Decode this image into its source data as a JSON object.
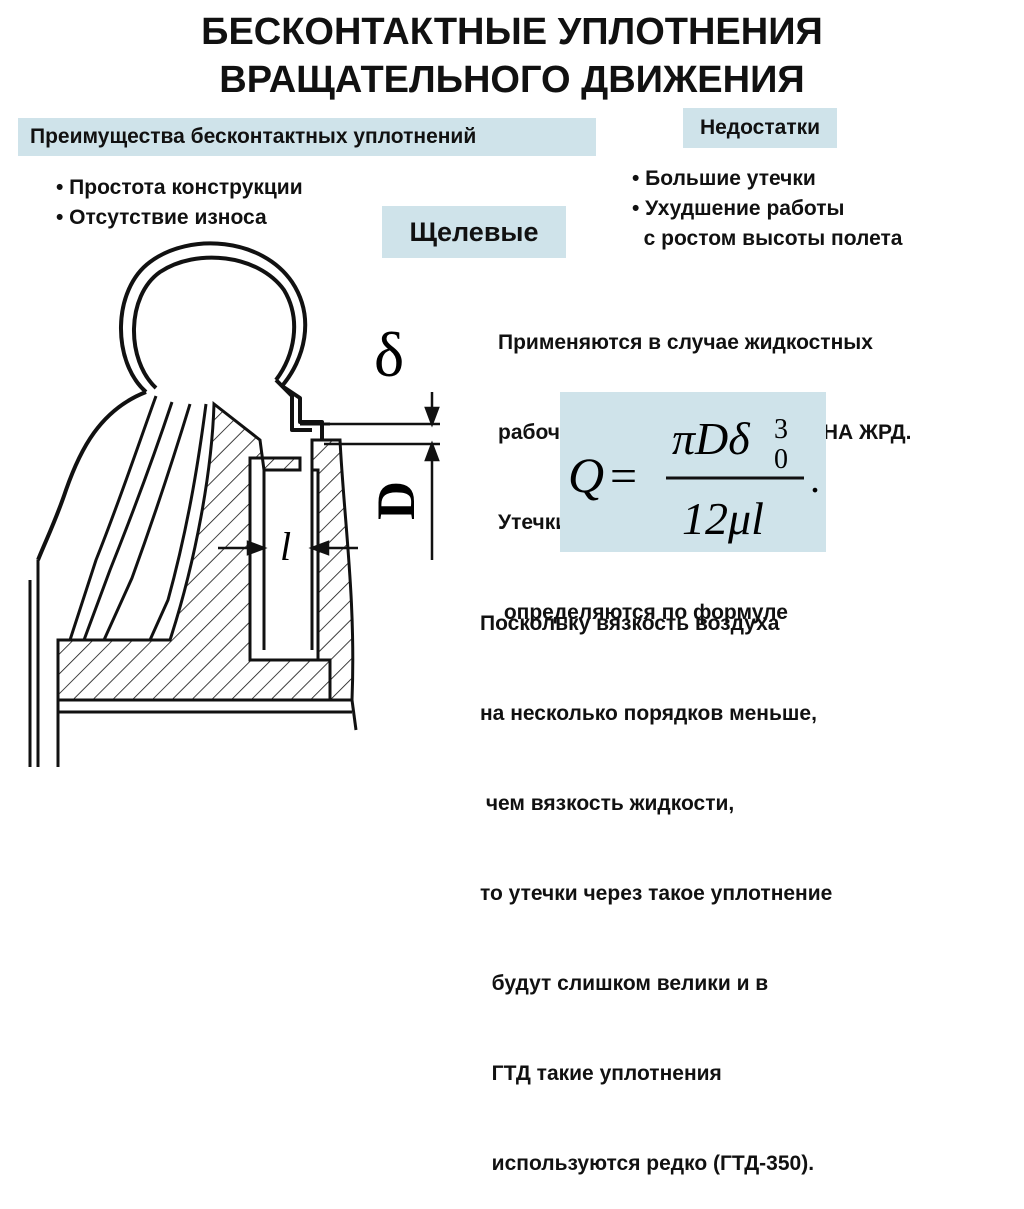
{
  "title": {
    "line1": "БЕСКОНТАКТНЫЕ УПЛОТНЕНИЯ",
    "line2": "ВРАЩАТЕЛЬНОГО ДВИЖЕНИЯ"
  },
  "advantages": {
    "header": "Преимущества бесконтактных уплотнений",
    "items": [
      "• Простота конструкции",
      "• Отсутствие износа"
    ]
  },
  "disadvantages": {
    "header": "Недостатки",
    "items": [
      "• Большие утечки",
      "• Ухудшение работы",
      "  с ростом высоты полета"
    ]
  },
  "slot_label": "Щелевые",
  "paragraph1": [
    "Применяются в случае жидкостных",
    "рабочих сред – в основном в ТНА ЖРД.",
    "Утечки через уплотнение",
    " определяются по формуле"
  ],
  "formula": {
    "lhs": "Q",
    "eq": "=",
    "numerator": "πDδ",
    "sub": "0",
    "sup": "3",
    "denominator": "12μl",
    "period": "."
  },
  "paragraph2": [
    "Поскольку вязкость воздуха",
    "на несколько порядков меньше,",
    " чем вязкость жидкости,",
    "то утечки через такое уплотнение",
    "  будут слишком велики и в",
    "  ГТД такие уплотнения",
    "  используются редко (ГТД-350)."
  ],
  "drawing": {
    "delta_label": "δ",
    "D_label": "D",
    "l_label": "l"
  },
  "colors": {
    "box_fill": "#cfe3ea",
    "line": "#111111"
  }
}
